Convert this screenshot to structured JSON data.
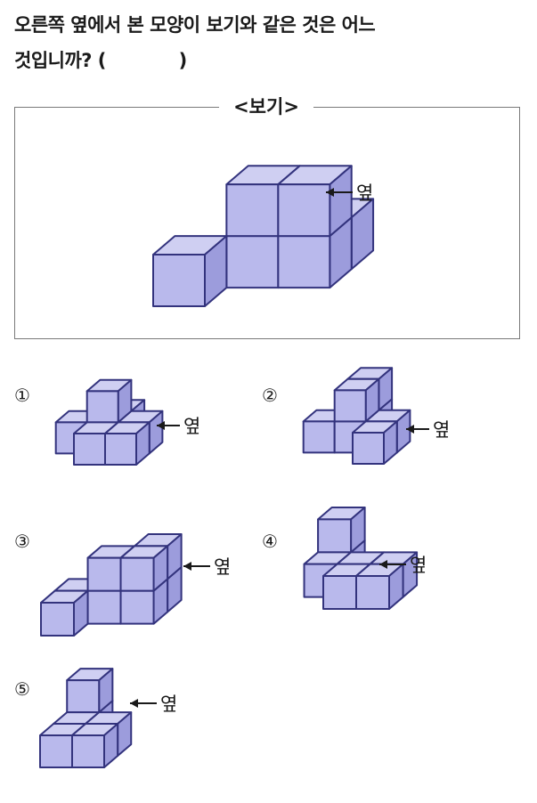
{
  "question": {
    "line1": "오른쪽 옆에서 본 모양이 보기와 같은 것은 어느",
    "line2": "것입니까? (            )"
  },
  "example": {
    "title": "<보기>",
    "side_label": "옆"
  },
  "options": [
    {
      "number": "①",
      "side_label": "옆"
    },
    {
      "number": "②",
      "side_label": "옆"
    },
    {
      "number": "③",
      "side_label": "옆"
    },
    {
      "number": "④",
      "side_label": "옆"
    },
    {
      "number": "⑤",
      "side_label": "옆"
    }
  ],
  "colors": {
    "cube_top": "#cfcff2",
    "cube_front": "#b9b9ec",
    "cube_side": "#9c9cdc",
    "cube_edge": "#33337d"
  }
}
